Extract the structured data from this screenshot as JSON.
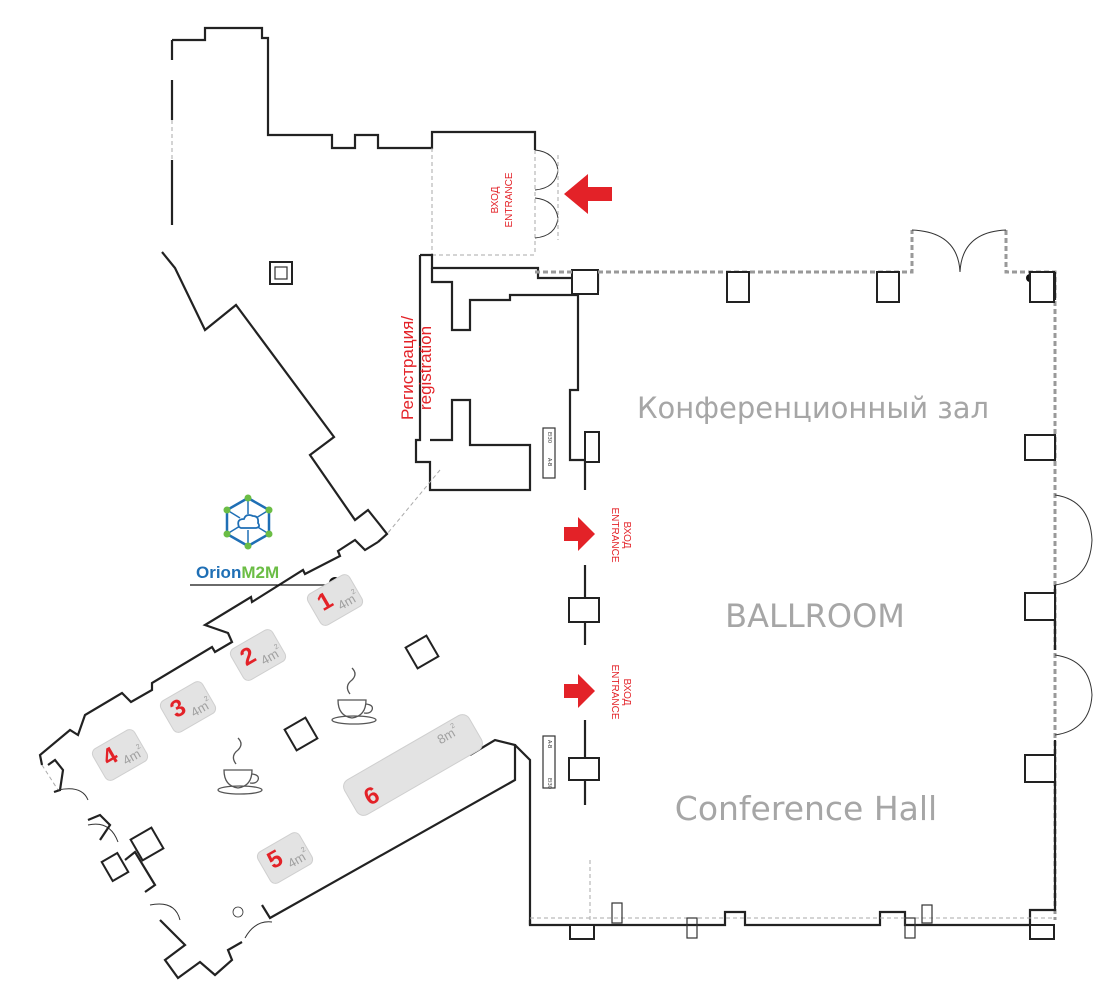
{
  "labels": {
    "entrance_top_ru": "ВХОД",
    "entrance_top_en": "ENTRANCE",
    "registration_ru": "Регистрация/",
    "registration_en": "registration",
    "entrance_mid_ru": "ВХОД",
    "entrance_mid_en": "ENTRANCE",
    "entrance_low_ru": "ВХОД",
    "entrance_low_en": "ENTRANCE",
    "hall_ru": "Конференционный зал",
    "hall_ballroom": "BALLROOM",
    "hall_en": "Conference Hall"
  },
  "logo": {
    "part1": "Orion",
    "part2": "M2M",
    "icon": "cloud-network-icon"
  },
  "booths": [
    {
      "number": "1",
      "area": "4m",
      "sup": "2"
    },
    {
      "number": "2",
      "area": "4m",
      "sup": "2"
    },
    {
      "number": "3",
      "area": "4m",
      "sup": "2"
    },
    {
      "number": "4",
      "area": "4m",
      "sup": "2"
    },
    {
      "number": "5",
      "area": "4m",
      "sup": "2"
    },
    {
      "number": "6",
      "area": "8m",
      "sup": "2"
    }
  ],
  "icons": {
    "coffee_1": "coffee-cup-icon",
    "coffee_2": "coffee-cup-icon",
    "arrows": "entrance-arrow-icon"
  },
  "colors": {
    "accent": "#e32228",
    "room_text": "#a6a6a6",
    "booth_fill": "#e3e3e3",
    "logo_blue": "#1f6fb5",
    "logo_green": "#6bbd45"
  }
}
